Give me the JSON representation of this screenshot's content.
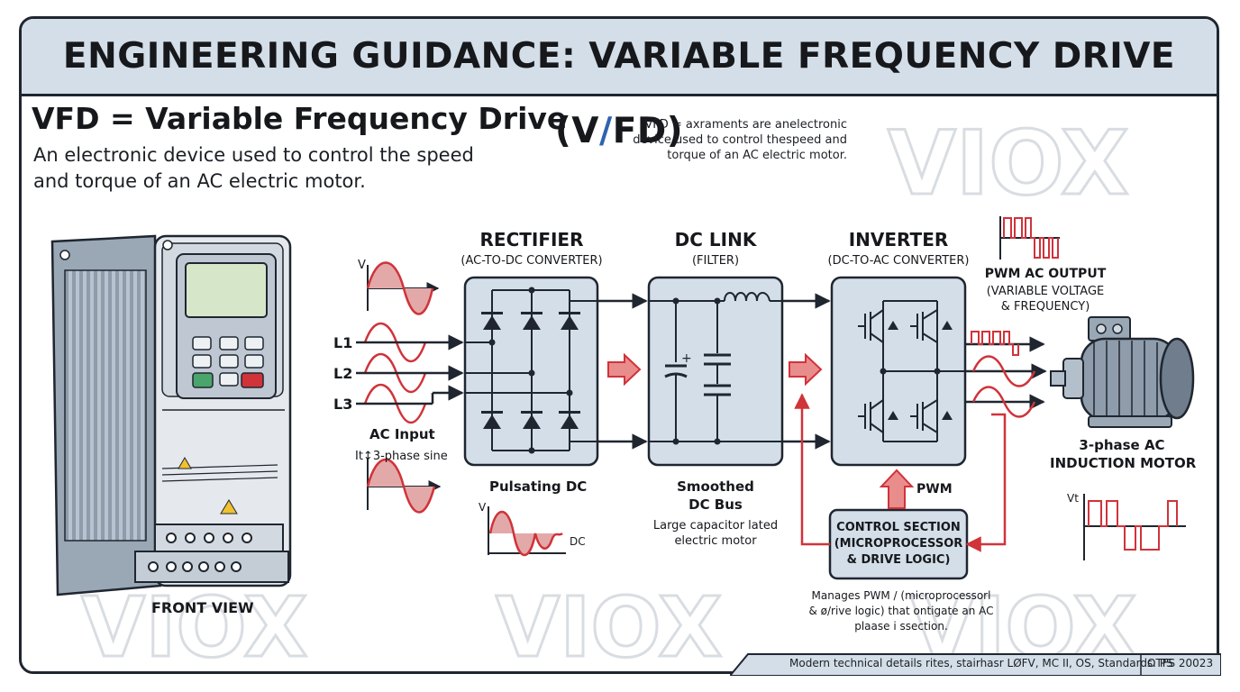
{
  "header": {
    "title_main": "ENGINEERING GUIDANCE: VARIABLE FREQUENCY DRIVE (V",
    "title_slash": "/",
    "title_end": "FD)"
  },
  "definition": {
    "title": "VFD = Variable Frequency Drive",
    "body": "An electronic device used to control the speed and torque of an AC electric motor."
  },
  "note": "VFD = axraments are anelectronic device used to control thespeed and torque of an AC electric motor.",
  "watermark": "VIOX",
  "device": {
    "caption": "FRONT VIEW"
  },
  "input": {
    "axis_v": "V",
    "phases": [
      "L1",
      "L2",
      "L3"
    ],
    "label": "AC Input",
    "sub": "It↕3-phase sine"
  },
  "rectifier": {
    "title": "RECTIFIER",
    "subtitle": "(AC-TO-DC CONVERTER)",
    "out_label": "Pulsating DC",
    "axis_v": "V",
    "axis_dc": "DC"
  },
  "dclink": {
    "title": "DC LINK",
    "subtitle": "(FILTER)",
    "out_title_1": "Smoothed",
    "out_title_2": "DC Bus",
    "out_desc_1": "Large capacitor lated",
    "out_desc_2": "electric motor",
    "cap_plus": "+"
  },
  "inverter": {
    "title": "INVERTER",
    "subtitle": "(DC-TO-AC CONVERTER)",
    "pwm_label": "PWM"
  },
  "output": {
    "title": "PWM AC OUTPUT",
    "sub1": "(VARIABLE VOLTAGE",
    "sub2": "& FREQUENCY)",
    "axis_vt": "Vt"
  },
  "motor": {
    "line1": "3-phase AC",
    "line2": "INDUCTION MOTOR"
  },
  "control": {
    "line1": "CONTROL SECTION",
    "line2": "(MICROPROCESSOR",
    "line3": "& DRIVE LOGIC)",
    "desc1": "Manages PWM / (microprocessorl",
    "desc2": "& ø/rive logic) that ontigate an AC",
    "desc3": "plaase i ssection."
  },
  "footer": {
    "text": "Modern technical details rites, stairhasr LØFV, MC II, OS, Standards. PS",
    "code": "OTFS 20023"
  },
  "colors": {
    "header_bg": "#d3dee8",
    "block_fill": "#d3dee8",
    "accent_red": "#d0333a",
    "accent_blue": "#2f63b0",
    "wave_fill": "#e3a9a9",
    "ink": "#1f2630"
  }
}
